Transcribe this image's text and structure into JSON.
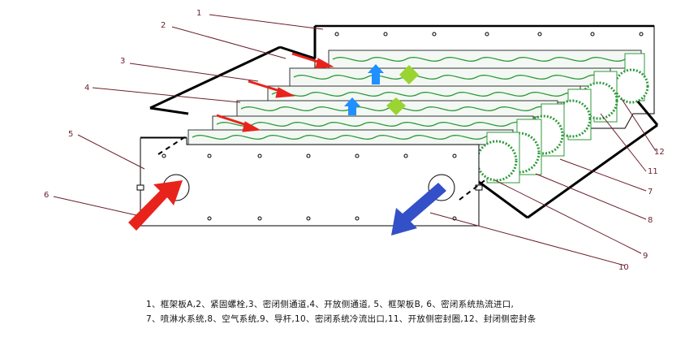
{
  "callouts": [
    "1",
    "2",
    "3",
    "4",
    "5",
    "6",
    "7",
    "8",
    "9",
    "10",
    "11",
    "12"
  ],
  "legend": {
    "line1": "1、框架板A,2、紧固螺栓,3、密闭侧通道,4、开放侧通道,    5、框架板B,    6、密闭系统热流进口,",
    "line2": "7、喷淋水系统,8、空气系统,9、导杆,10、密闭系统冷流出口,11、开放侧密封圈,12、封闭侧密封条"
  },
  "colors": {
    "frame": "#000000",
    "plate_fill": "#f4f8f4",
    "channel_green": "#2e9a3a",
    "leader": "#6b1e2a",
    "hot_arrow": "#e8231c",
    "cold_arrow": "#3350c8",
    "blue_arrow": "#1e90ff",
    "green_arrow": "#9ad430"
  }
}
